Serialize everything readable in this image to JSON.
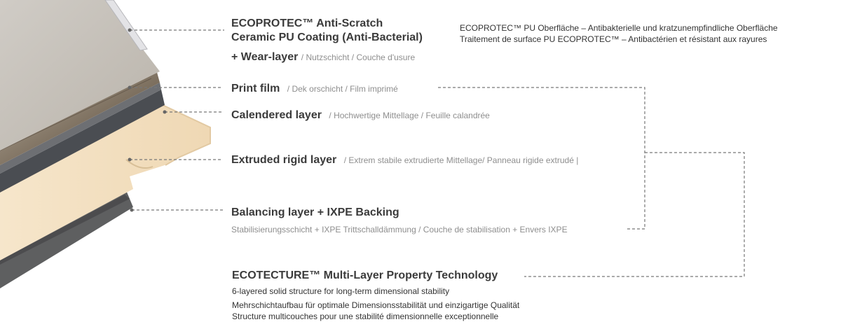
{
  "layers": {
    "coating": {
      "title_line1": "ECOPROTEC™ Anti-Scratch",
      "title_line2": "Ceramic PU Coating (Anti-Bacterial)",
      "desc_de": "ECOPROTEC™ PU Oberfläche – Antibakterielle und kratzunempfindliche Oberfläche",
      "desc_fr": "Traitement de surface PU ECOPROTEC™ – Antibactérien et résistant aux rayures",
      "wear_title": "+ Wear-layer",
      "wear_sub": "/ Nutzschicht / Couche d'usure"
    },
    "print_film": {
      "title": "Print film",
      "sub": "/ Dek orschicht / Film imprimé"
    },
    "calendered": {
      "title": "Calendered layer",
      "sub": "/ Hochwertige Mittellage / Feuille calandrée"
    },
    "extruded": {
      "title": "Extruded rigid layer",
      "sub": "/ Extrem stabile extrudierte Mittellage/ Panneau rigide extrudé |"
    },
    "balancing": {
      "title": "Balancing layer + IXPE Backing",
      "sub": "Stabilisierungsschicht + IXPE Trittschalldämmung / Couche de stabilisation + Envers IXPE"
    }
  },
  "technology": {
    "title": "ECOTECTURE™ Multi-Layer Property Technology",
    "lines": [
      "6-layered solid structure for long-term dimensional stability",
      "Mehrschichtaufbau für optimale Dimensionsstabilität und einzigartige Qualität",
      "Structure multicouches pour une stabilité dimensionnelle exceptionnelle"
    ]
  },
  "colors": {
    "wood": "#6b5d4e",
    "core": "#f3dfbf",
    "calendered": "#4a4d52",
    "backing": "#5e5f60",
    "leader": "#666666"
  }
}
